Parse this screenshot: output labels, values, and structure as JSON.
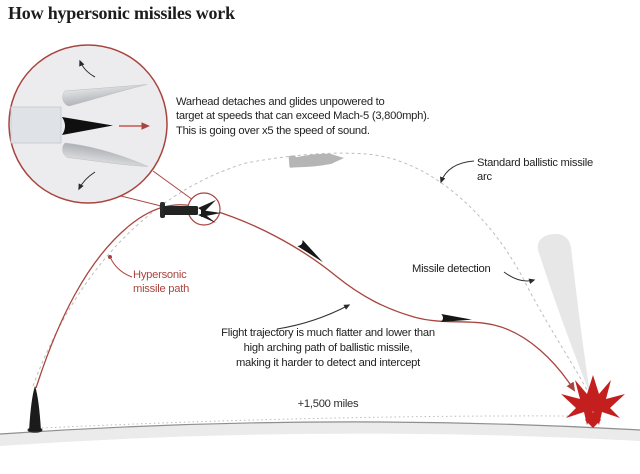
{
  "title": "How hypersonic missiles work",
  "inset_note": {
    "line1": "Warhead detaches and glides unpowered to",
    "line2": "target at speeds that can exceed Mach-5 (3,800mph).",
    "line3": "This is going over x5 the speed of sound."
  },
  "labels": {
    "ballistic_line1": "Standard ballistic missile",
    "ballistic_line2": "arc",
    "hypersonic_line1": "Hypersonic",
    "hypersonic_line2": "missile path",
    "detection": "Missile detection",
    "trajectory_line1": "Flight trajectory is much flatter and lower than",
    "trajectory_line2": "high arching path of ballistic missile,",
    "trajectory_line3": "making it harder to detect and intercept",
    "distance": "+1,500 miles"
  },
  "icons": {
    "warhead_separation": "booster fairings splitting away from glide warhead",
    "launch_missile": "black missile at launch point",
    "ballistic_missile": "gray missile silhouette on ballistic arc",
    "glide_vehicle": "black dart glider on hypersonic path",
    "detection_cone": "gray radar detection beam near impact point",
    "explosion": "red impact starburst on ground"
  },
  "colors": {
    "accent_red": "#a8443f",
    "explosion_red": "#c41f1f",
    "ballistic_arc_gray": "#bdbdbd",
    "ground_gray": "#8f8f8f",
    "earth_fill": "#ebebeb",
    "text_dark": "#1e1e1e"
  }
}
